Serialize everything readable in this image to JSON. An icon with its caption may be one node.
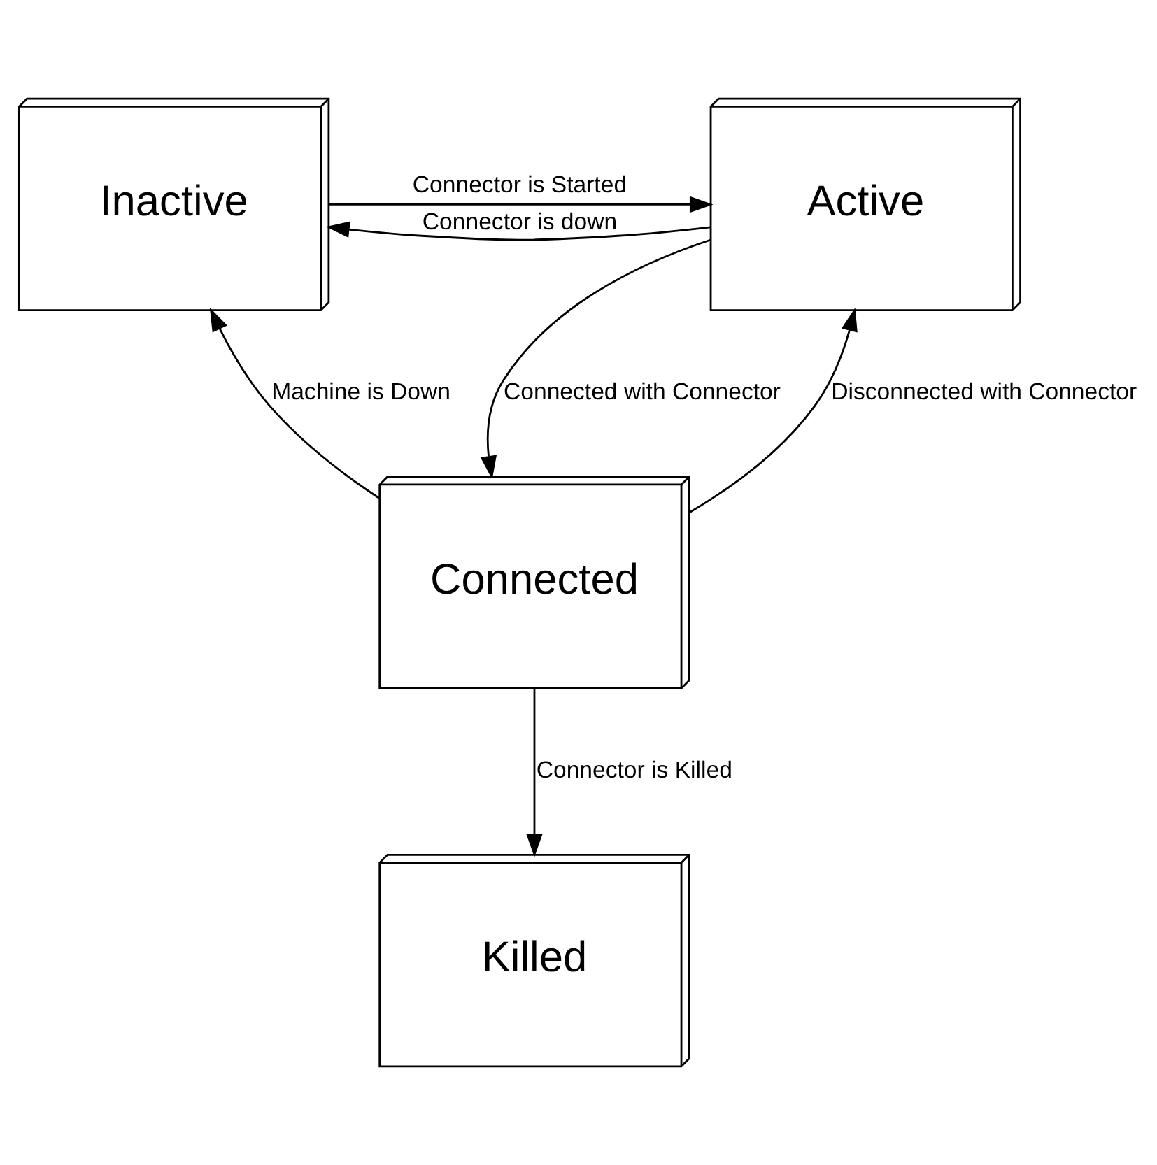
{
  "diagram": {
    "nodes": [
      {
        "text": [
          "Inactive"
        ]
      },
      {
        "text": [
          "Active"
        ]
      },
      {
        "text": [
          "Connected"
        ]
      },
      {
        "text": [
          "Killed"
        ]
      }
    ],
    "edges": [
      {
        "from": 0,
        "to": 1,
        "arrow": "to",
        "label": "Connector is Started"
      },
      {
        "from": 1,
        "to": 0,
        "arrow": "to",
        "label": "Connector is down"
      },
      {
        "from": 1,
        "to": 2,
        "arrow": "to",
        "label": "Connected with Connector"
      },
      {
        "from": 2,
        "to": 1,
        "arrow": "to",
        "label": "Disconnected with Connector"
      },
      {
        "from": 2,
        "to": 0,
        "arrow": "to",
        "label": "Machine is Down"
      },
      {
        "from": 2,
        "to": 3,
        "arrow": "to",
        "label": "Connector is Killed"
      }
    ]
  }
}
